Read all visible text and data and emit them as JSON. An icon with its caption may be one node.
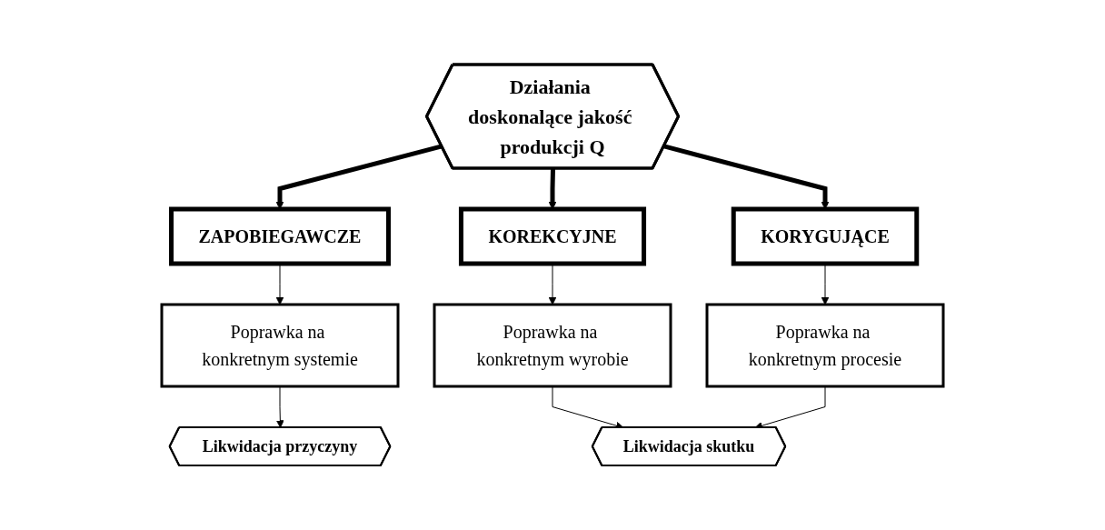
{
  "diagram": {
    "nodes": [
      {
        "text": [
          "Działania doskonalące jakość produkcji Q"
        ]
      },
      {
        "text": [
          "ZAPOBIEGAWCZE"
        ]
      },
      {
        "text": [
          "KOREKCYJNE"
        ]
      },
      {
        "text": [
          "Poprawka na konkretnym systemie"
        ]
      },
      {
        "text": [
          "Poprawka na konkretnym wyrobie"
        ]
      },
      {
        "text": [
          "KORYGUJĄCE"
        ]
      },
      {
        "text": [
          "Likwidacja przyczyny"
        ]
      },
      {
        "text": [
          "Poprawka na konkretnym procesie"
        ]
      },
      {
        "text": [
          "Likwidacja skutku"
        ]
      }
    ],
    "edges": [
      {
        "from": 0,
        "to": 1,
        "arrow": "to",
        "style": "thick"
      },
      {
        "from": 0,
        "to": 2,
        "arrow": "to",
        "style": "thick"
      },
      {
        "from": 0,
        "to": 5,
        "arrow": "to",
        "style": "thick"
      },
      {
        "from": 1,
        "to": 3,
        "arrow": "to"
      },
      {
        "from": 2,
        "to": 4,
        "arrow": "to"
      },
      {
        "from": 3,
        "to": 6,
        "arrow": "to"
      },
      {
        "from": 4,
        "to": 8,
        "arrow": "to"
      },
      {
        "from": 5,
        "to": 7,
        "arrow": "to"
      },
      {
        "from": 7,
        "to": 8,
        "arrow": "to"
      }
    ]
  }
}
